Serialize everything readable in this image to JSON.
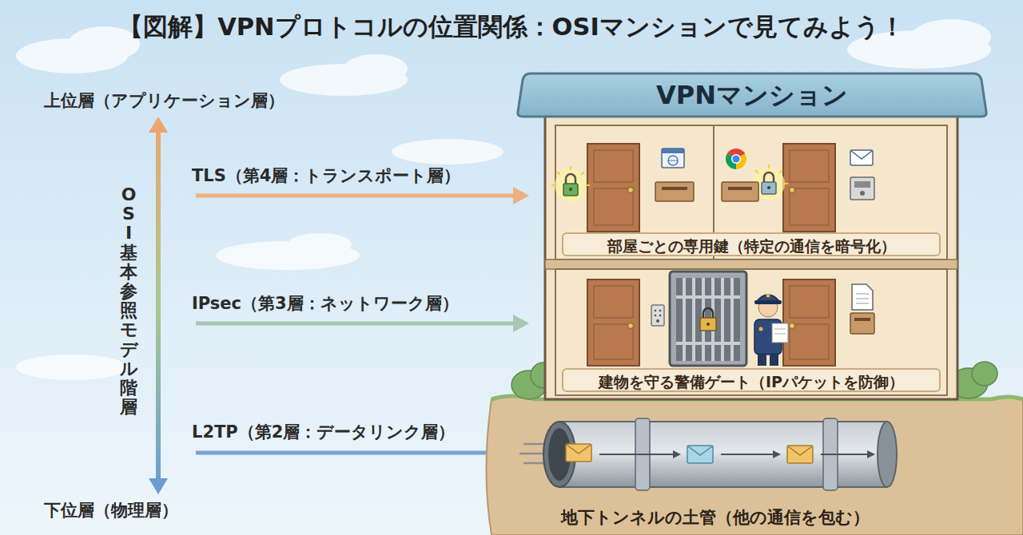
{
  "diagram": {
    "title": "【図解】VPNプロトコルの位置関係：OSIマンションで見てみよう！",
    "nodes": [
      {
        "text": [
          "VPNマンション"
        ]
      },
      {
        "text": [
          "部屋ごとの専用鍵（特定の通信を暗号化）"
        ],
        "in": 0
      },
      {
        "text": [
          "建物を守る警備ゲート（IPパケットを防御）"
        ],
        "in": 0
      },
      {
        "text": [
          "地下トンネルの土管（他の通信を包む）"
        ]
      }
    ],
    "labels": [
      "上位層（アプリケーション層）",
      "OSI基本参照モデル階層",
      "下位層（物理層）",
      "TLS（第4層：トランスポート層）",
      "IPsec（第3層：ネットワーク層）",
      "L2TP（第2層：データリンク層）"
    ]
  }
}
